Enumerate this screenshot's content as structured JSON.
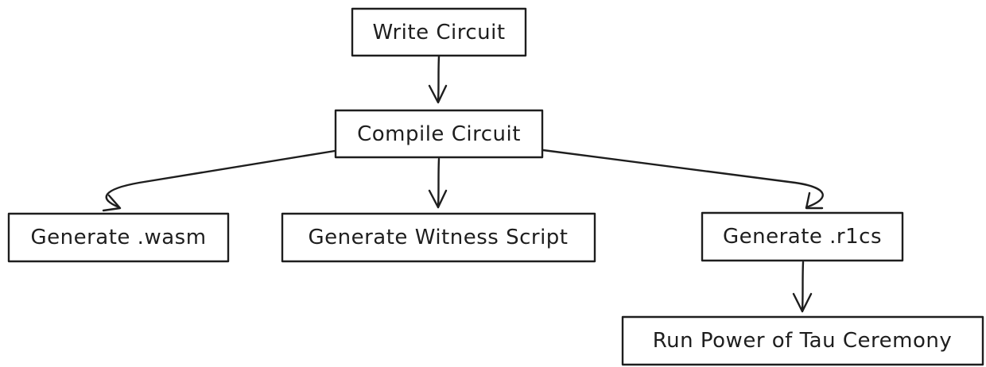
{
  "colors": {
    "background": "#ffffff",
    "stroke": "#1e1e1e",
    "text": "#1e1e1e"
  },
  "nodes": {
    "write_circuit": "Write Circuit",
    "compile_circuit": "Compile Circuit",
    "generate_wasm": "Generate .wasm",
    "generate_witness_script": "Generate Witness Script",
    "generate_r1cs": "Generate .r1cs",
    "run_power_of_tau": "Run Power of Tau Ceremony"
  },
  "edges": [
    {
      "from": "write_circuit",
      "to": "compile_circuit"
    },
    {
      "from": "compile_circuit",
      "to": "generate_wasm"
    },
    {
      "from": "compile_circuit",
      "to": "generate_witness_script"
    },
    {
      "from": "compile_circuit",
      "to": "generate_r1cs"
    },
    {
      "from": "generate_r1cs",
      "to": "run_power_of_tau"
    }
  ]
}
